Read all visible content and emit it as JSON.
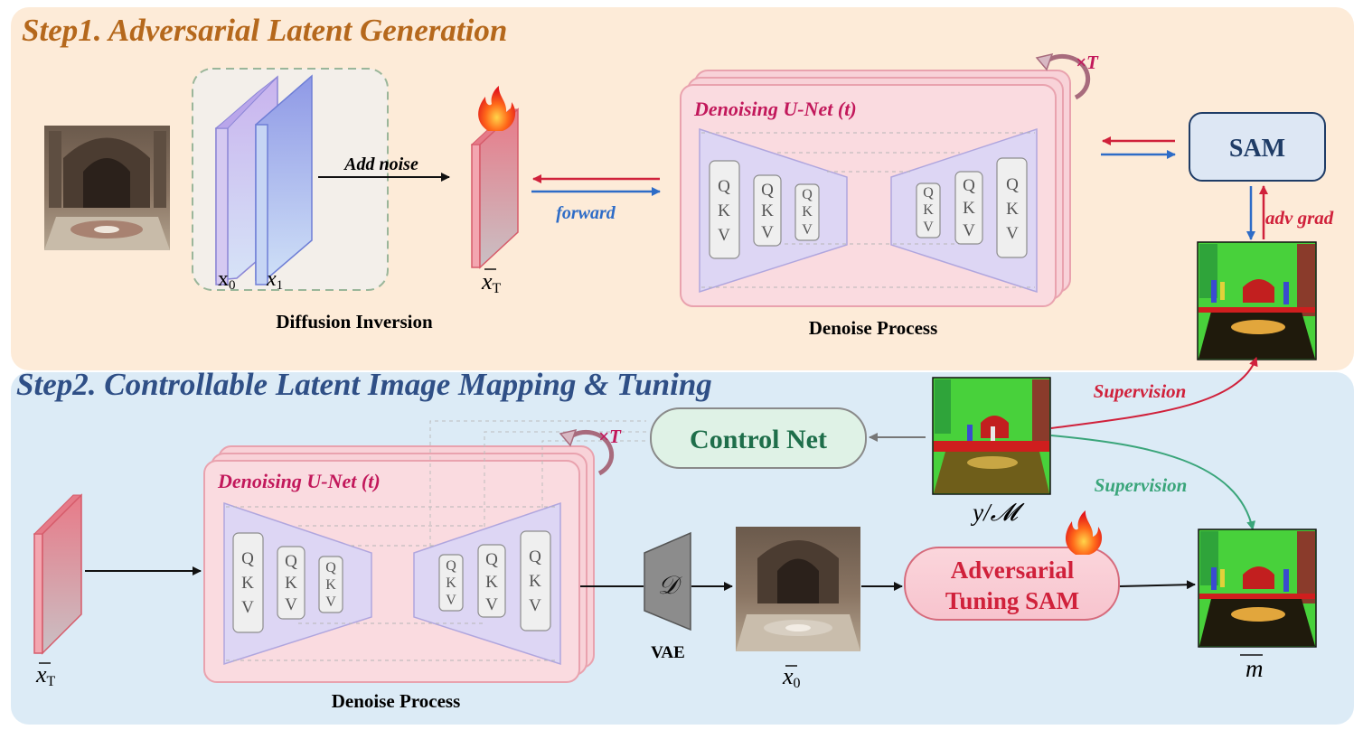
{
  "step1": {
    "title": "Step1. Adversarial Latent Generation",
    "x0_label": "x",
    "x0_sub": "0",
    "x1_label": "x",
    "x1_sub": "1",
    "add_noise": "Add noise",
    "diffusion_inversion": "Diffusion Inversion",
    "forward": "forward",
    "xT_label": "x",
    "xT_sub": "T",
    "unet_title": "Denoising U-Net (t)",
    "times_T": "×T",
    "denoise_process": "Denoise Process",
    "sam": "SAM",
    "adv_grad": "adv grad"
  },
  "step2": {
    "title": "Step2. Controllable Latent Image Mapping & Tuning",
    "xT_label": "x",
    "xT_sub": "T",
    "unet_title": "Denoising U-Net (t)",
    "times_T": "×T",
    "denoise_process": "Denoise Process",
    "decoder": "𝒟",
    "vae": "VAE",
    "x0_label": "x",
    "x0_sub": "0",
    "control_net": "Control Net",
    "ym_label": "y/𝓜",
    "supervision_top": "Supervision",
    "supervision_bottom": "Supervision",
    "tuning_line1": "Adversarial",
    "tuning_line2": "Tuning SAM",
    "m_label": "m"
  },
  "qkv": {
    "q": "Q",
    "k": "K",
    "v": "V"
  },
  "colors": {
    "step1_bg": "#fdebd8",
    "step2_bg": "#dcebf6",
    "step1_title": "#b5681c",
    "step2_title": "#2f4f86",
    "unet_title": "#c2185b",
    "red_arrow": "#d0213b",
    "blue_arrow": "#2e6cc7",
    "supervision_red": "#d0213b",
    "supervision_green": "#3aa57a",
    "control_net_text": "#1e6e4a"
  }
}
